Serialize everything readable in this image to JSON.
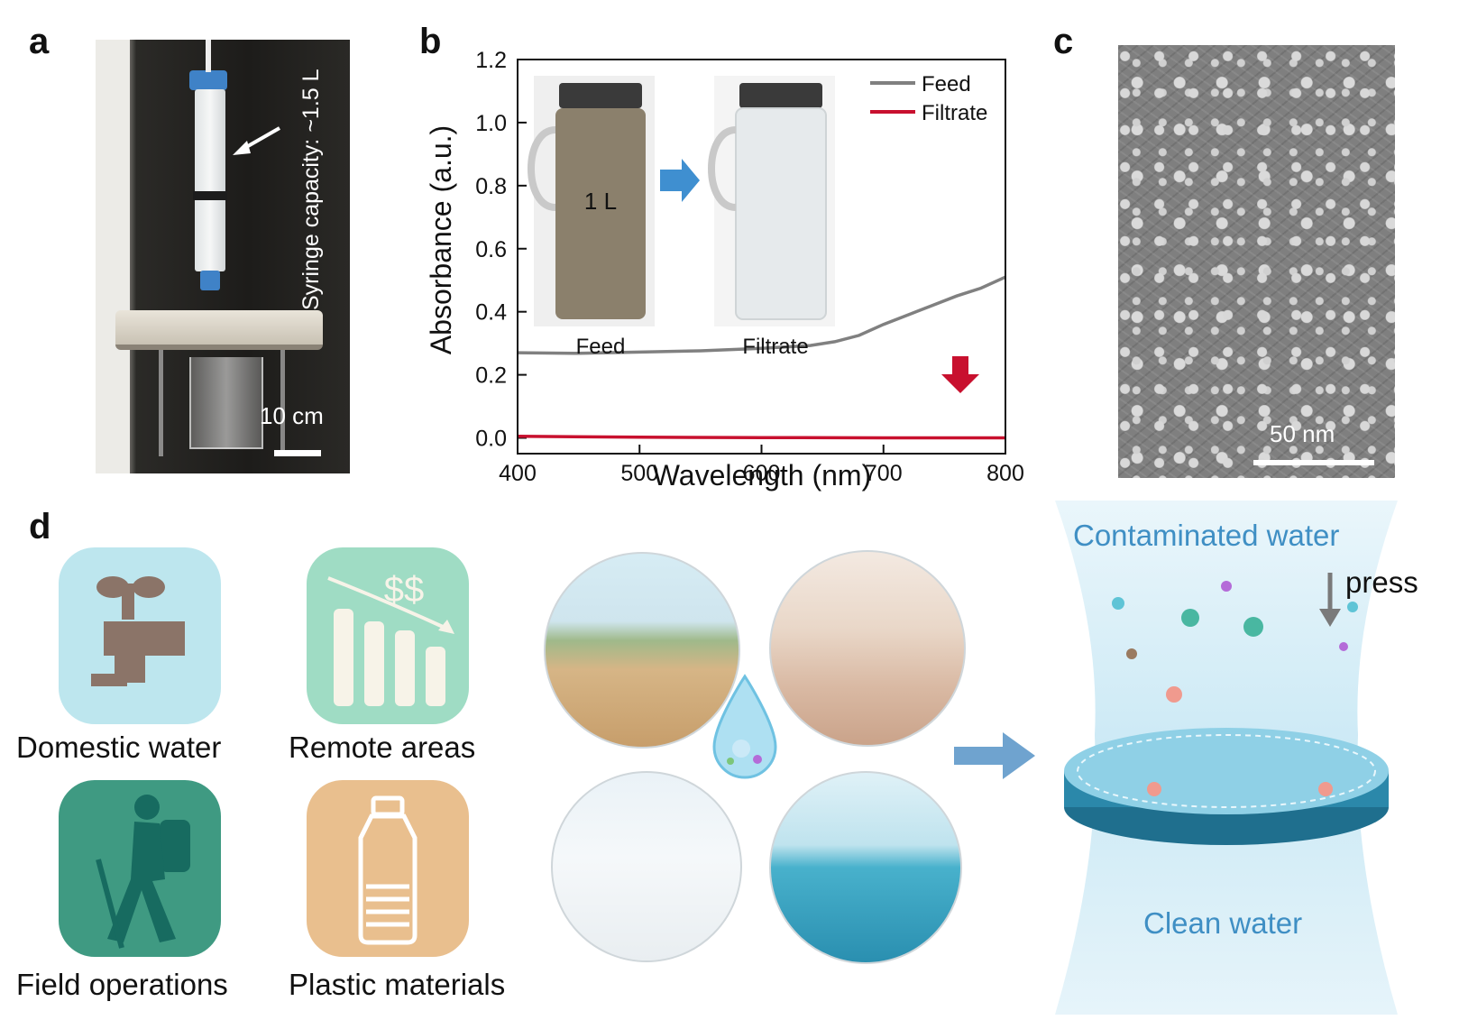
{
  "panels": {
    "a": {
      "letter": "a",
      "syringe_label": "Syringe capacity: ~1.5 L",
      "scale_label": "10 cm"
    },
    "b": {
      "letter": "b",
      "inset_jug_label": "1 L",
      "inset_feed_caption": "Feed",
      "inset_filtrate_caption": "Filtrate"
    },
    "c": {
      "letter": "c",
      "scale_label": "50 nm"
    },
    "d": {
      "letter": "d",
      "tiles": [
        {
          "label": "Domestic water",
          "color": "#bde6ee",
          "icon": "faucet-icon"
        },
        {
          "label": "Remote areas",
          "color": "#9fdcc4",
          "icon": "falling-cost-icon",
          "icon_text": "$$"
        },
        {
          "label": "Field operations",
          "color": "#3f9a82",
          "icon": "hiker-icon"
        },
        {
          "label": "Plastic materials",
          "color": "#e9bf8e",
          "icon": "bottle-icon"
        }
      ],
      "schematic": {
        "top_label": "Contaminated water",
        "press_label": "press",
        "bottom_label": "Clean water"
      }
    }
  },
  "chart_data": {
    "type": "line",
    "xlabel": "Wavelength (nm)",
    "ylabel": "Absorbance (a.u.)",
    "xlim": [
      400,
      800
    ],
    "ylim": [
      -0.05,
      1.2
    ],
    "xticks": [
      "400",
      "500",
      "600",
      "700",
      "800"
    ],
    "yticks": [
      "0.0",
      "0.2",
      "0.4",
      "0.6",
      "0.8",
      "1.0",
      "1.2"
    ],
    "legend_position": "top-right",
    "series": [
      {
        "name": "Feed",
        "color": "#808080",
        "x": [
          400,
          450,
          500,
          550,
          600,
          640,
          660,
          680,
          700,
          720,
          740,
          760,
          780,
          800
        ],
        "y": [
          0.27,
          0.268,
          0.272,
          0.276,
          0.284,
          0.293,
          0.305,
          0.325,
          0.36,
          0.39,
          0.42,
          0.45,
          0.475,
          0.51
        ]
      },
      {
        "name": "Filtrate",
        "color": "#c8102e",
        "x": [
          400,
          500,
          600,
          700,
          800
        ],
        "y": [
          0.005,
          0.002,
          0.001,
          0.0,
          0.0
        ]
      }
    ]
  }
}
